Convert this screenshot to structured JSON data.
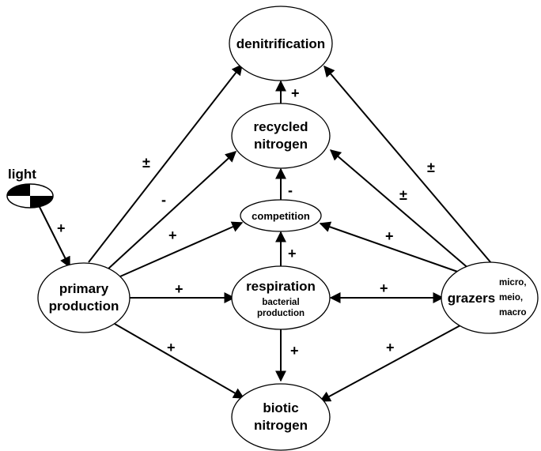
{
  "nodes": {
    "denitrification": {
      "label": "denitrification"
    },
    "recycled_nitrogen": {
      "line1": "recycled",
      "line2": "nitrogen"
    },
    "competition": {
      "label": "competition"
    },
    "primary_production": {
      "line1": "primary",
      "line2": "production"
    },
    "respiration": {
      "line1": "respiration",
      "line2": "bacterial",
      "line3": "production"
    },
    "grazers": {
      "label": "grazers",
      "sub1": "micro,",
      "sub2": "meio,",
      "sub3": "macro"
    },
    "biotic_nitrogen": {
      "line1": "biotic",
      "line2": "nitrogen"
    },
    "light": {
      "label": "light"
    }
  },
  "signs": {
    "light_to_primary": "+",
    "primary_to_denitrification": "±",
    "primary_to_recycled": "-",
    "primary_to_competition": "+",
    "primary_to_respiration": "+",
    "primary_to_biotic": "+",
    "recycled_to_denitrification": "+",
    "competition_to_recycled": "-",
    "respiration_to_competition": "+",
    "respiration_grazers": "+",
    "respiration_to_biotic": "+",
    "grazers_to_competition": "+",
    "grazers_to_recycled": "±",
    "grazers_to_denitrification": "±",
    "grazers_to_biotic": "+"
  },
  "colors": {
    "ink": "#000000",
    "fill": "#ffffff"
  }
}
